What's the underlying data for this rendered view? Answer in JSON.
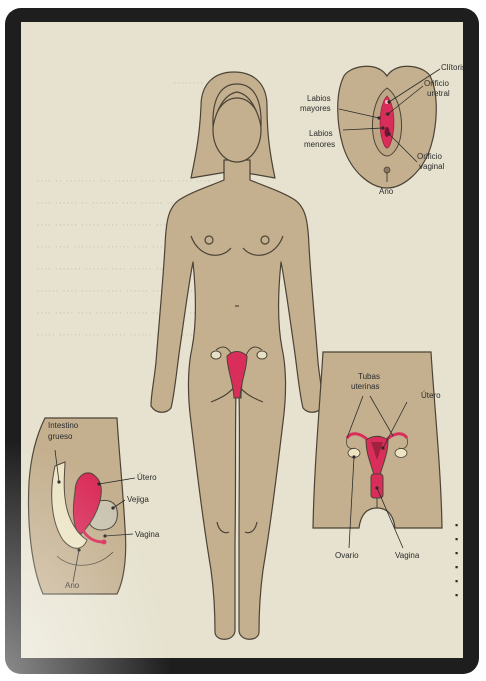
{
  "labels": {
    "clitoris": "Clítoris",
    "orificio_uretral_1": "Orificio",
    "orificio_uretral_2": "uretral",
    "labios_mayores_1": "Labios",
    "labios_mayores_2": "mayores",
    "labios_menores_1": "Labios",
    "labios_menores_2": "menores",
    "orificio_vaginal_1": "Orificio",
    "orificio_vaginal_2": "vaginal",
    "ano_top": "Ano",
    "tubas_1": "Tubas",
    "tubas_2": "uterinas",
    "utero_right": "Útero",
    "ovario": "Ovario",
    "vagina_right": "Vagina",
    "intestino_1": "Intestino",
    "intestino_2": "grueso",
    "utero_left": "Útero",
    "vejiga": "Vejiga",
    "vagina_left": "Vagina",
    "ano_left": "Ano"
  },
  "colors": {
    "skin": "#c4b08f",
    "outline": "#4b4336",
    "organ": "#d92e5a",
    "panel": "#e6e2cf",
    "frame": "#1e1e1e"
  }
}
